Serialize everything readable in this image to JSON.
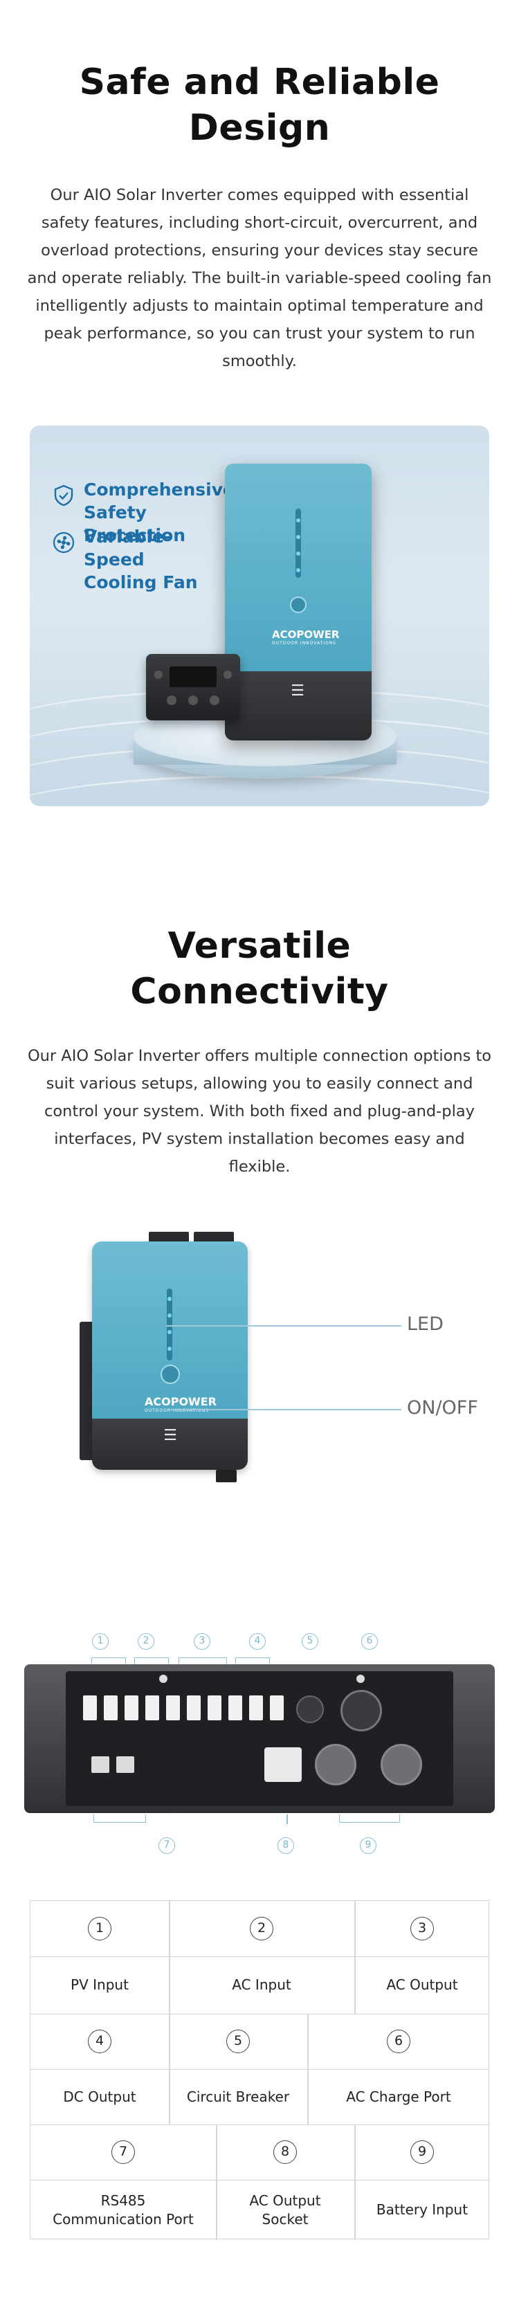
{
  "section1": {
    "title": "Safe and Reliable Design",
    "body": "Our AIO Solar Inverter comes equipped with essential safety features, including short-circuit, overcurrent, and overload protections, ensuring your devices stay secure and operate reliably. The built-in variable-speed cooling fan intelligently adjusts to maintain optimal temperature and peak performance, so you can trust your system to run smoothly."
  },
  "hero1": {
    "features": [
      {
        "icon": "shield-check-icon",
        "text": "Comprehensive\nSafety Protection"
      },
      {
        "icon": "fan-icon",
        "text": "Variable-\nSpeed\nCooling Fan"
      }
    ],
    "brand": "ACOPOWER",
    "brand_tagline": "OUTDOOR INNOVATIONS",
    "accent_color": "#1e6ea8"
  },
  "section2": {
    "title": "Versatile Connectivity",
    "body": "Our AIO Solar Inverter offers multiple connection options to suit various setups, allowing you to easily connect and control your system. With both fixed and plug-and-play interfaces, PV system installation becomes easy and flexible."
  },
  "side_view": {
    "callouts": [
      "LED",
      "ON/OFF"
    ],
    "brand": "ACOPOWER",
    "brand_tagline": "OUTDOOR INNOVATIONS"
  },
  "bottom_panel": {
    "top_numbers": [
      "1",
      "2",
      "3",
      "4",
      "5",
      "6"
    ],
    "bottom_numbers": [
      "7",
      "8",
      "9"
    ]
  },
  "legend": {
    "rows": [
      {
        "items": [
          {
            "num": "1",
            "label": "PV Input"
          },
          {
            "num": "2",
            "label": "AC Input"
          },
          {
            "num": "3",
            "label": "AC Output"
          }
        ]
      },
      {
        "items": [
          {
            "num": "4",
            "label": "DC Output"
          },
          {
            "num": "5",
            "label": "Circuit Breaker"
          },
          {
            "num": "6",
            "label": "AC Charge Port"
          }
        ]
      },
      {
        "items": [
          {
            "num": "7",
            "label": "RS485\nCommunication Port"
          },
          {
            "num": "8",
            "label": "AC Output\nSocket"
          },
          {
            "num": "9",
            "label": "Battery Input"
          }
        ]
      }
    ]
  }
}
